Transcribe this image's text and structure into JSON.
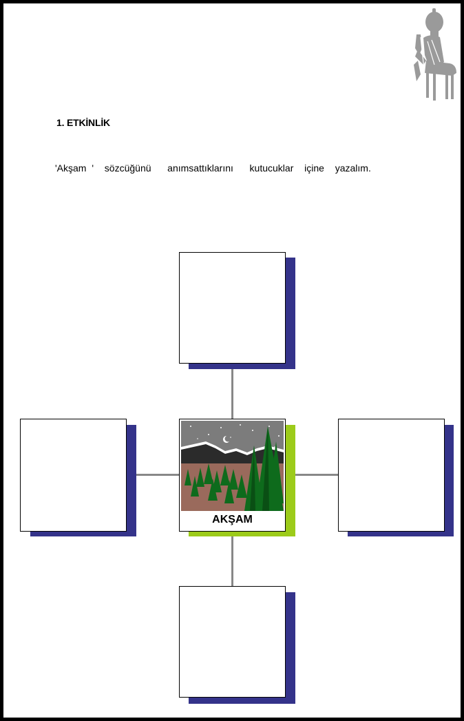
{
  "activity": {
    "heading": "1. ETKİNLİK",
    "instruction": "'Akşam '  sözcüğünü   anımsattıklarını   kutucuklar  içine  yazalım."
  },
  "center": {
    "label": "AKŞAM"
  },
  "colors": {
    "shadow_blue": "#34338a",
    "shadow_green": "#9ccb1a",
    "connector": "#888888",
    "sky": "#7c7c7c",
    "ground": "#9a6a5c",
    "tree": "#0e6b1c",
    "mountain": "#2b2b2b"
  },
  "icons": {
    "top_right": "dervish-on-donkey-illustration",
    "center_picture": "night-forest-scene"
  }
}
